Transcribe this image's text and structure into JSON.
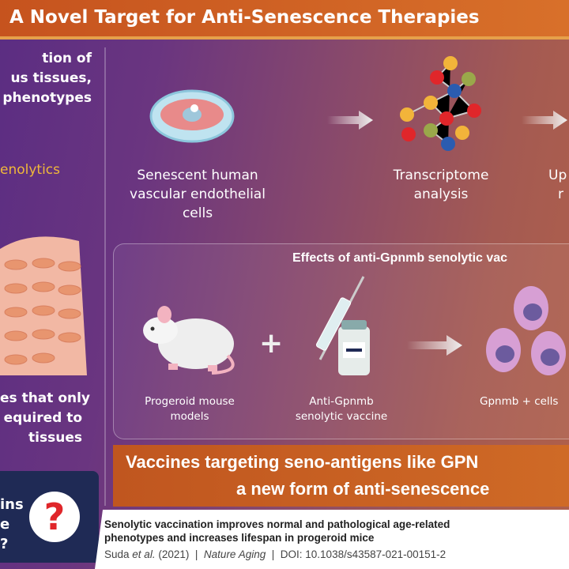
{
  "header": {
    "title": "A Novel Target for Anti-Senescence Therapies"
  },
  "left": {
    "intro": [
      "tion of",
      "us tissues,",
      "phenotypes"
    ],
    "senolytics": "enolytics",
    "outro": [
      "es that only",
      "equired to",
      "tissues"
    ],
    "question": [
      "ins",
      "e",
      "?"
    ]
  },
  "flow": {
    "step1": [
      "Senescent human",
      "vascular endothelial",
      "cells"
    ],
    "step2": [
      "Transcriptome",
      "analysis"
    ],
    "step3": [
      "Up",
      "r"
    ]
  },
  "panel": {
    "title": "Effects of anti-Gpnmb senolytic vac",
    "labels": {
      "mouse": [
        "Progeroid mouse",
        "models"
      ],
      "vaccine": [
        "Anti-Gpnmb",
        "senolytic vaccine"
      ],
      "cells": [
        "Gpnmb + cells"
      ]
    }
  },
  "banner": {
    "lines": [
      "Vaccines targeting seno-antigens like GPN",
      "a new form of anti-senescence"
    ]
  },
  "footer": {
    "title": [
      "Senolytic vaccination improves normal and pathological age-related",
      "phenotypes and increases lifespan in progeroid mice"
    ],
    "authors": "Suda",
    "etal": "et al.",
    "year": "(2021)",
    "sep": "|",
    "journal": "Nature Aging",
    "doi": "DOI: 10.1038/s43587-021-00151-2"
  },
  "colors": {
    "accent": "#d06a26",
    "gold": "#f0b83a",
    "navy": "#1f2a55"
  }
}
